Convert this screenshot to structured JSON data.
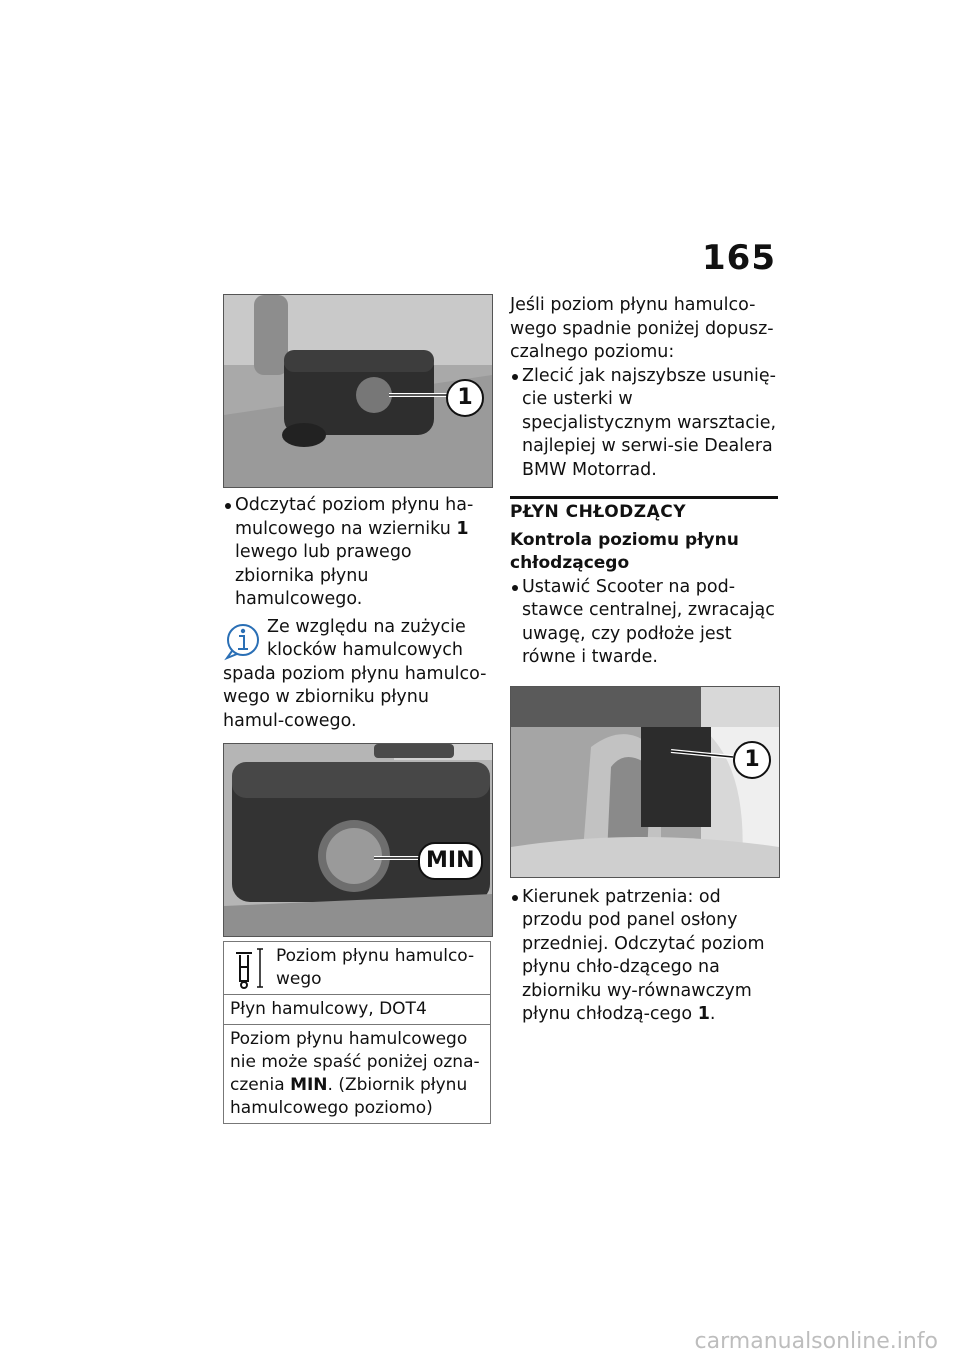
{
  "page_number": "165",
  "left": {
    "photo1_label": "1",
    "bullet1_a": "Odczytać poziom płynu ha-mulcowego na wzierniku ",
    "bullet1_ref": "1",
    "bullet1_b": " lewego lub prawego zbiornika płynu hamulcowego.",
    "info_text": "Ze względu na zużycie klocków hamulcowych spada poziom płynu hamulco-wego w zbiorniku płynu hamul-cowego.",
    "photo2_label": "MIN",
    "table": {
      "header": "Poziom płynu hamulco-wego",
      "row1": "Płyn hamulcowy, DOT4",
      "row2_a": "Poziom płynu hamulcowego nie może spaść poniżej ozna-czenia ",
      "row2_bold": "MIN",
      "row2_b": ". (Zbiornik płynu hamulcowego poziomo)"
    }
  },
  "right": {
    "intro": "Jeśli poziom płynu hamulco-wego spadnie poniżej dopusz-czalnego poziomu:",
    "bullet_service": "Zlecić jak najszybsze usunię-cie usterki w specjalistycznym warsztacie, najlepiej w serwi-sie Dealera BMW Motorrad.",
    "section_title": "PŁYN CHŁODZĄCY",
    "sub_title": "Kontrola poziomu płynu chłodzącego",
    "bullet_stand": "Ustawić Scooter na pod-stawce centralnej, zwracając uwagę, czy podłoże jest równe i twarde.",
    "photo3_label": "1",
    "bullet_dir_a": "Kierunek patrzenia: od przodu pod panel osłony przedniej. Odczytać poziom płynu chło-dzącego na zbiorniku wy-równawczym płynu chłodzą-cego ",
    "bullet_dir_ref": "1",
    "bullet_dir_b": "."
  },
  "watermark": "carmanualsonline.info",
  "icons": [
    "info-icon",
    "fluid-level-icon"
  ]
}
